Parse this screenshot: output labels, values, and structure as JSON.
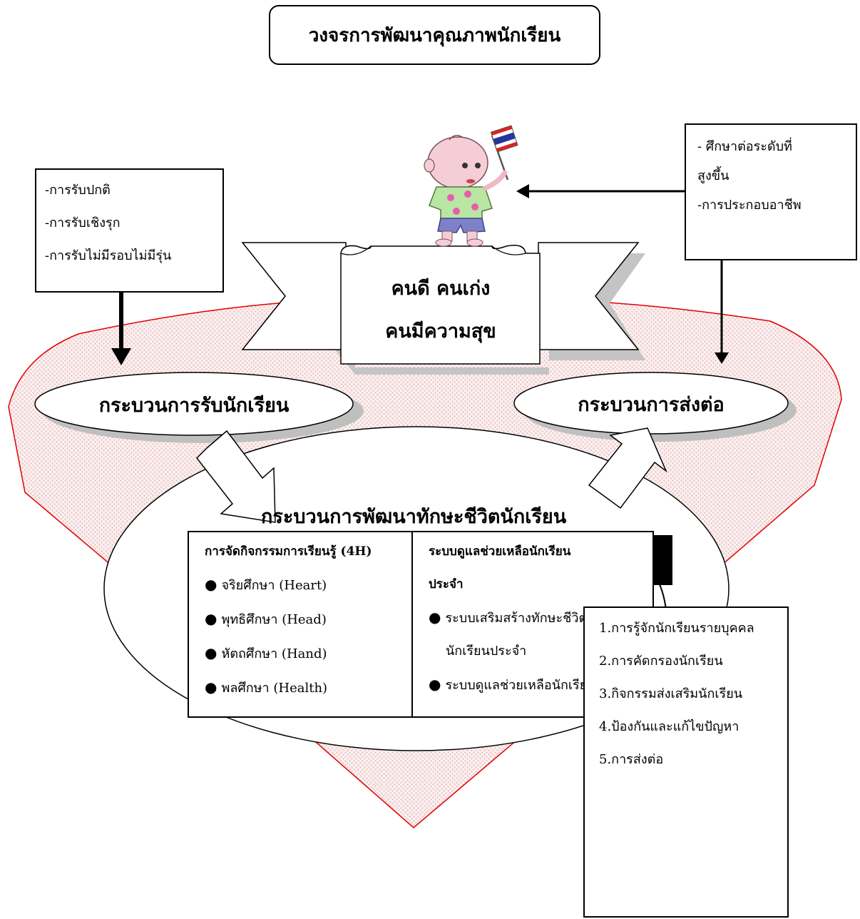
{
  "title": "วงจรการพัฒนาคุณภาพนักเรียน",
  "admission_box": {
    "items": [
      "-การรับปกติ",
      "-การรับเชิงรุก",
      "-การรับไม่มีรอบไม่มีรุ่น"
    ]
  },
  "referral_box": {
    "items": [
      "-  ศึกษาต่อระดับที่",
      "สูงขึ้น",
      "-การประกอบอาชีพ"
    ]
  },
  "banner": {
    "line1": "คนดี   คนเก่ง",
    "line2": "คนมีความสุข"
  },
  "admission_process": "กระบวนการรับนักเรียน",
  "referral_process": "กระบวนการส่งต่อ",
  "development_process": "กระบวนการพัฒนาทักษะชีวิตนักเรียน",
  "learning": {
    "heading": "การจัดกิจกรรมการเรียนรู้ (4H)",
    "items": [
      "จริยศึกษา  (Heart)",
      "พุทธิศึกษา (Head)",
      "หัตถศึกษา (Hand)",
      "พลศึกษา   (Health)"
    ]
  },
  "care_system": {
    "heading_line1": "ระบบดูแลช่วยเหลือนักเรียน",
    "heading_line2": "ประจำ",
    "items": [
      {
        "line1": "ระบบเสริมสร้างทักษะชีวิต",
        "line2": "นักเรียนประจำ"
      },
      {
        "line1": "ระบบดูแลช่วยเหลือนักเรียน",
        "line2": ""
      }
    ]
  },
  "steps_box": {
    "items": [
      "1.การรู้จักนักเรียนรายบุคคล",
      "2.การคัดกรองนักเรียน",
      "3.กิจกรรมส่งเสริมนักเรียน",
      "4.ป้องกันและแก้ไขปัญหา",
      "5.การส่งต่อ"
    ]
  },
  "colors": {
    "outer_shape_stroke": "#e00000",
    "outer_shape_fill": "#f6e4e4",
    "shadow": "#c8c8c8"
  }
}
